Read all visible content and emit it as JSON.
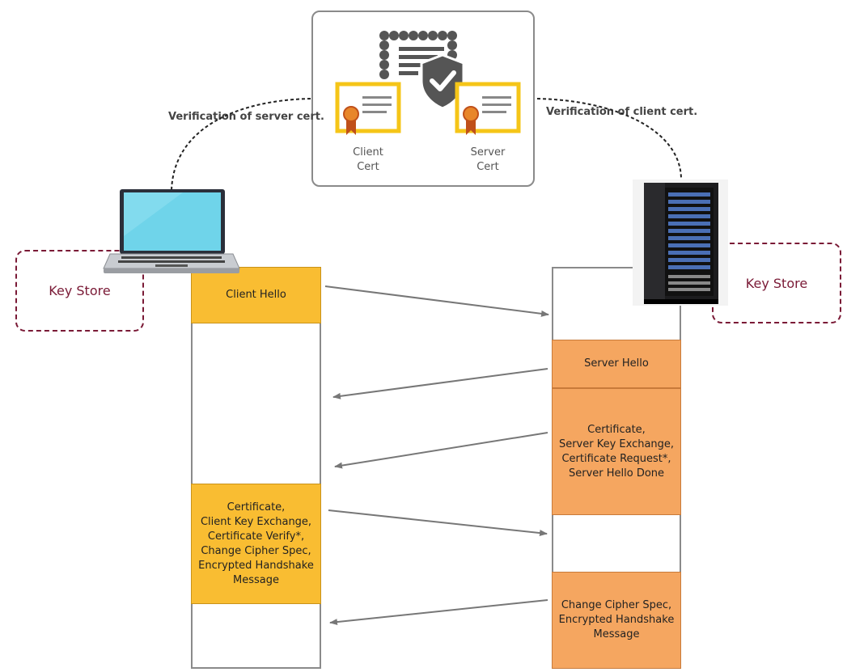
{
  "cert_store": {
    "client_cert_label": "Client\nCert",
    "server_cert_label": "Server\nCert"
  },
  "verification": {
    "server": "Verification of server cert.",
    "client": "Verification of client cert."
  },
  "key_store": {
    "client_label": "Key Store",
    "server_label": "Key Store"
  },
  "client_messages": {
    "hello": "Client Hello",
    "certificate_block": "Certificate,\nClient Key Exchange,\nCertificate Verify*,\nChange Cipher Spec,\nEncrypted Handshake\nMessage"
  },
  "server_messages": {
    "hello": "Server Hello",
    "certificate_block": "Certificate,\nServer Key Exchange,\nCertificate Request*,\nServer Hello Done",
    "change_cipher": "Change Cipher Spec,\nEncrypted Handshake\nMessage"
  },
  "colors": {
    "client_msg": "#f9bd32",
    "server_msg": "#f5a660",
    "key_store": "#7a1a36",
    "cert_frame": "#f5c518"
  },
  "icons": [
    "laptop-icon",
    "server-rack-icon",
    "certificate-store-icon",
    "client-cert-icon",
    "server-cert-icon",
    "shield-check-icon"
  ]
}
